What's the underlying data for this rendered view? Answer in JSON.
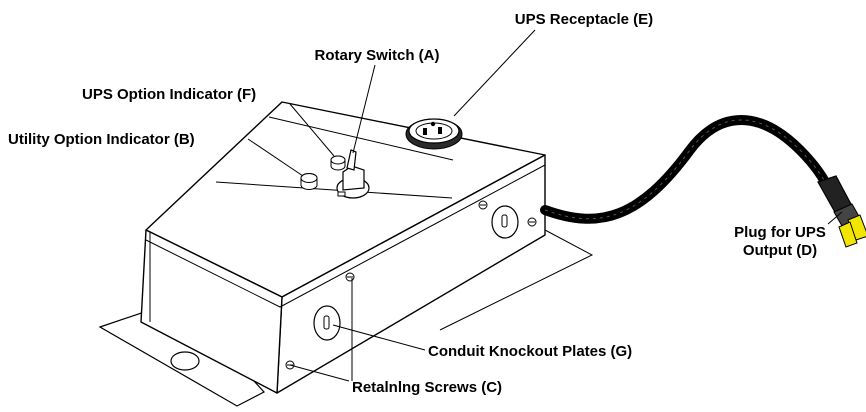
{
  "labels": {
    "ups_receptacle": "UPS Receptacle (E)",
    "rotary_switch": "Rotary Switch (A)",
    "ups_option_indicator": "UPS Option Indicator (F)",
    "utility_option_indicator": "Utility Option Indicator (B)",
    "plug_line1": "Plug for UPS",
    "plug_line2": "Output (D)",
    "conduit_knockout": "Conduit Knockout Plates (G)",
    "retaining_screws": "Retalnlng Screws (C)"
  },
  "colors": {
    "line": "#000000",
    "background": "#ffffff",
    "plug_prong": "#f2e600"
  }
}
